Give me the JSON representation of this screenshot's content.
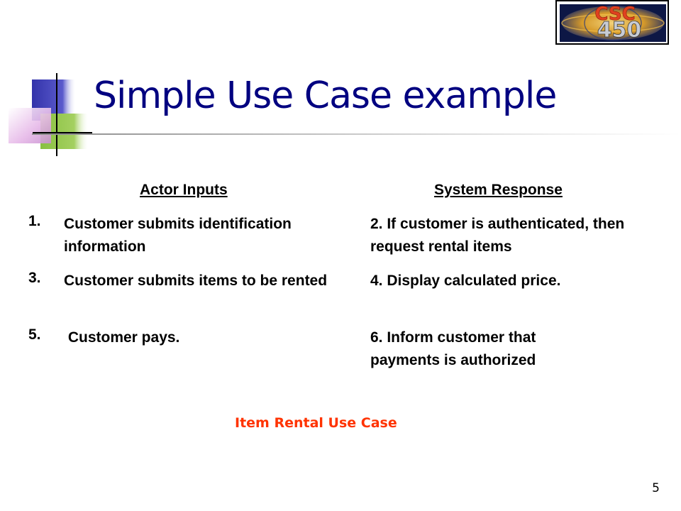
{
  "logo": {
    "text_top": "CSC",
    "text_bottom": "450"
  },
  "slide": {
    "title": "Simple Use Case example",
    "page_number": "5"
  },
  "table": {
    "left_header": "Actor Inputs",
    "right_header": "System Response",
    "rows": [
      {
        "left_num": "1.",
        "left_text": "Customer submits identification information",
        "right_text": "2. If customer is authenticated, then request rental items"
      },
      {
        "left_num": "3.",
        "left_text": "Customer submits items to be rented",
        "right_text": "4. Display calculated price."
      },
      {
        "left_num": "5.",
        "left_text": " Customer pays.",
        "right_text": "6. Inform customer that payments is authorized"
      }
    ]
  },
  "caption": "Item Rental Use Case",
  "colors": {
    "title": "#000080",
    "caption": "#ff3300"
  }
}
